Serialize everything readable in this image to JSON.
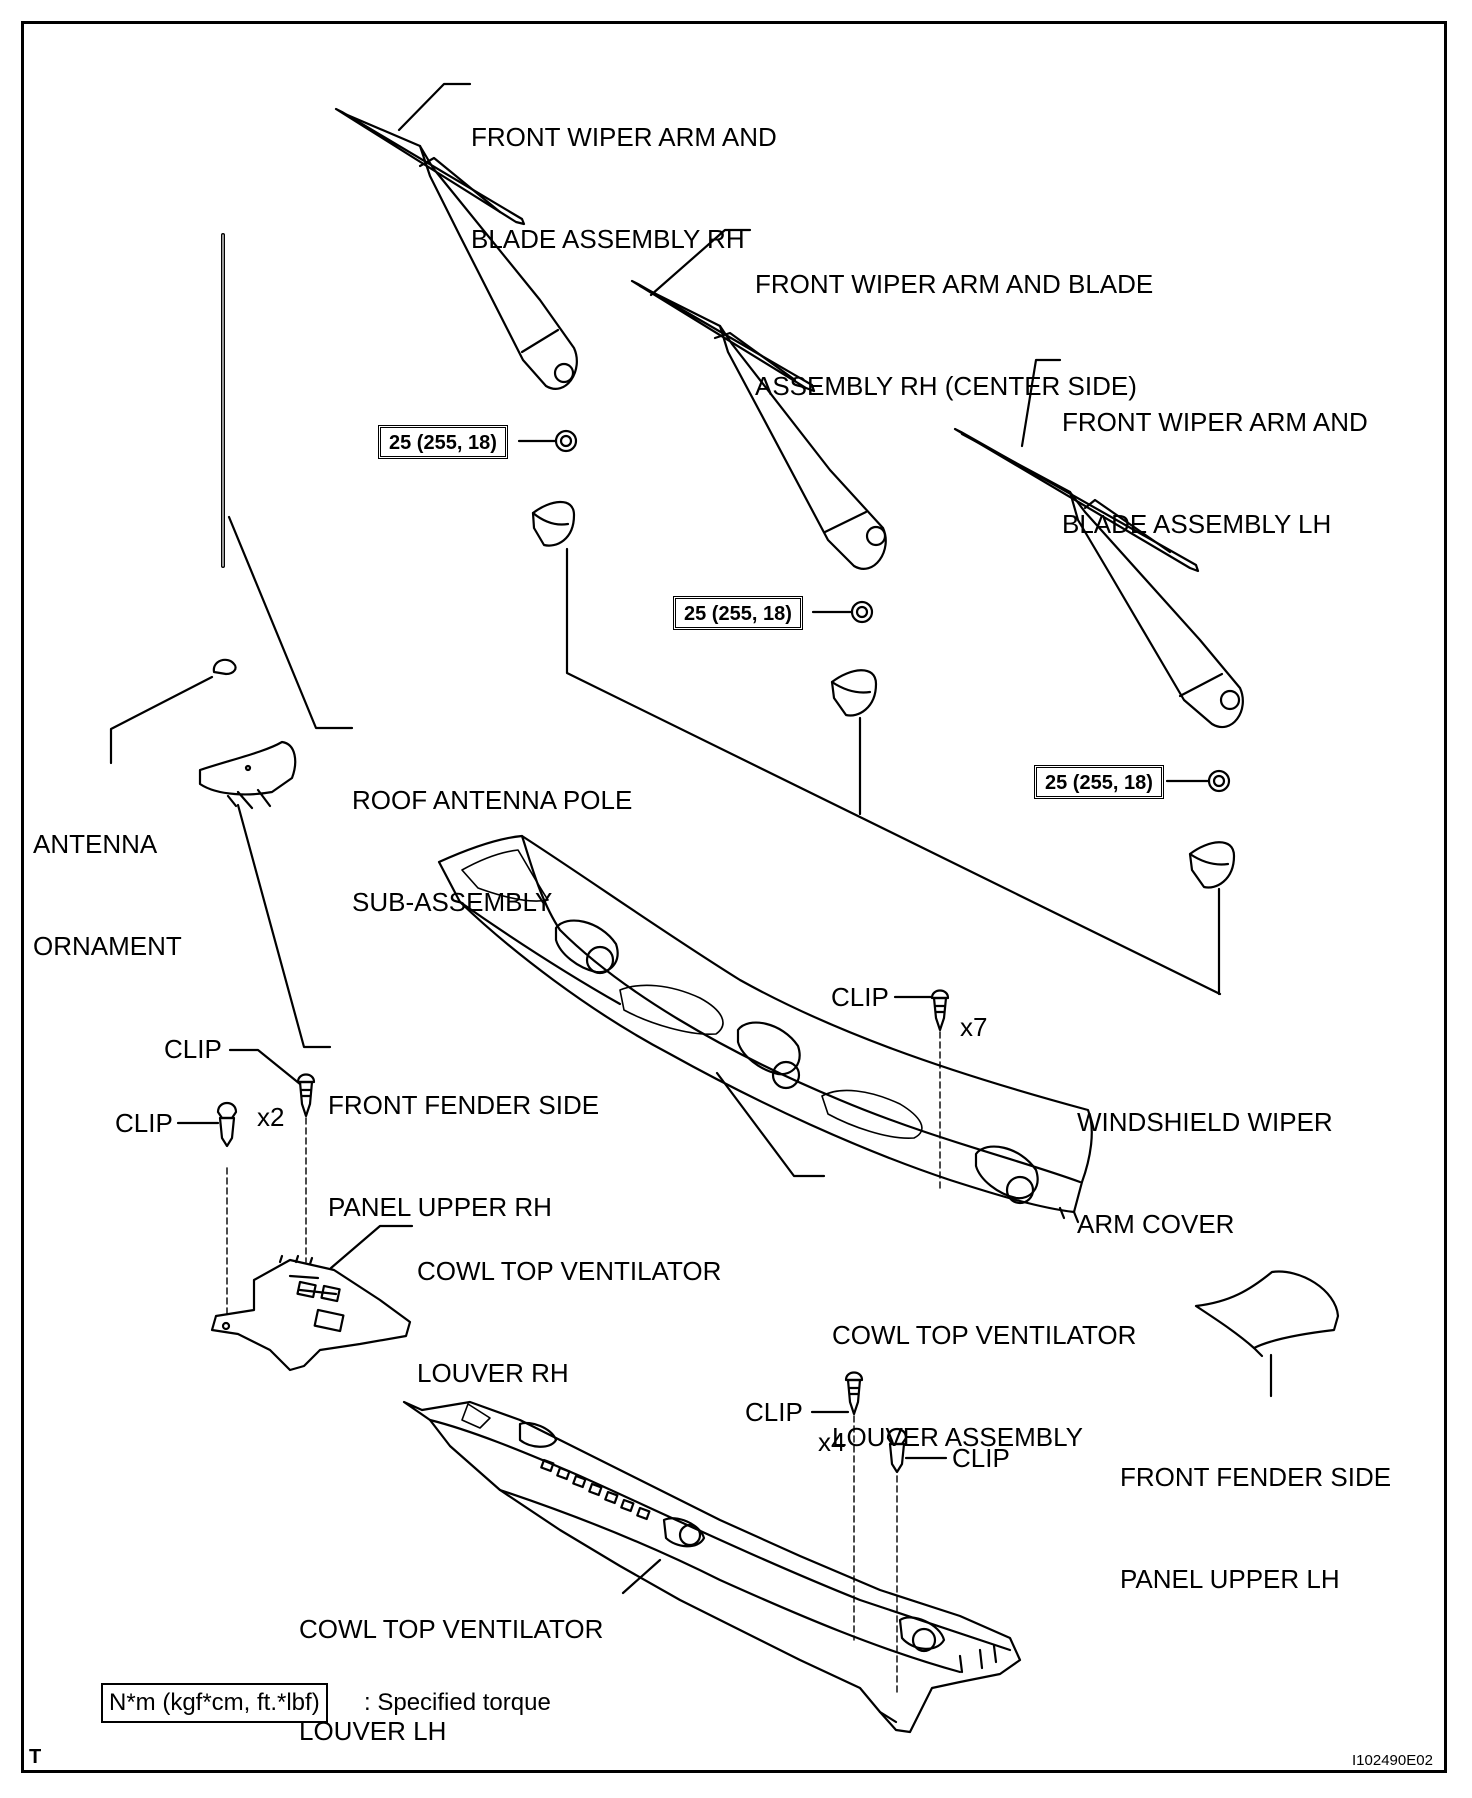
{
  "labels": {
    "wiper_rh": [
      "FRONT WIPER ARM AND",
      "BLADE ASSEMBLY RH"
    ],
    "wiper_rh_center": [
      "FRONT WIPER ARM AND BLADE",
      "ASSEMBLY RH (CENTER SIDE)"
    ],
    "wiper_lh": [
      "FRONT WIPER ARM AND",
      "BLADE ASSEMBLY LH"
    ],
    "antenna_pole": [
      "ROOF ANTENNA POLE",
      "SUB-ASSEMBLY"
    ],
    "antenna_ornament": [
      "ANTENNA",
      "ORNAMENT"
    ],
    "fender_panel_rh": [
      "FRONT FENDER SIDE",
      "PANEL UPPER RH"
    ],
    "wiper_arm_cover": [
      "WINDSHIELD WIPER",
      "ARM COVER"
    ],
    "louver_rh": [
      "COWL TOP VENTILATOR",
      "LOUVER RH"
    ],
    "louver_assembly": [
      "COWL TOP VENTILATOR",
      "LOUVER ASSEMBLY"
    ],
    "fender_panel_lh": [
      "FRONT FENDER SIDE",
      "PANEL UPPER LH"
    ],
    "louver_lh": [
      "COWL TOP VENTILATOR",
      "LOUVER LH"
    ]
  },
  "clip_label": "CLIP",
  "multipliers": {
    "x2": "x2",
    "x7": "x7",
    "x4": "x4"
  },
  "torque_spec": "25 (255, 18)",
  "legend": {
    "units": "N*m (kgf*cm, ft.*lbf)",
    "meaning": ": Specified torque"
  },
  "corner_mark": "T",
  "figure_code": "I102490E02"
}
